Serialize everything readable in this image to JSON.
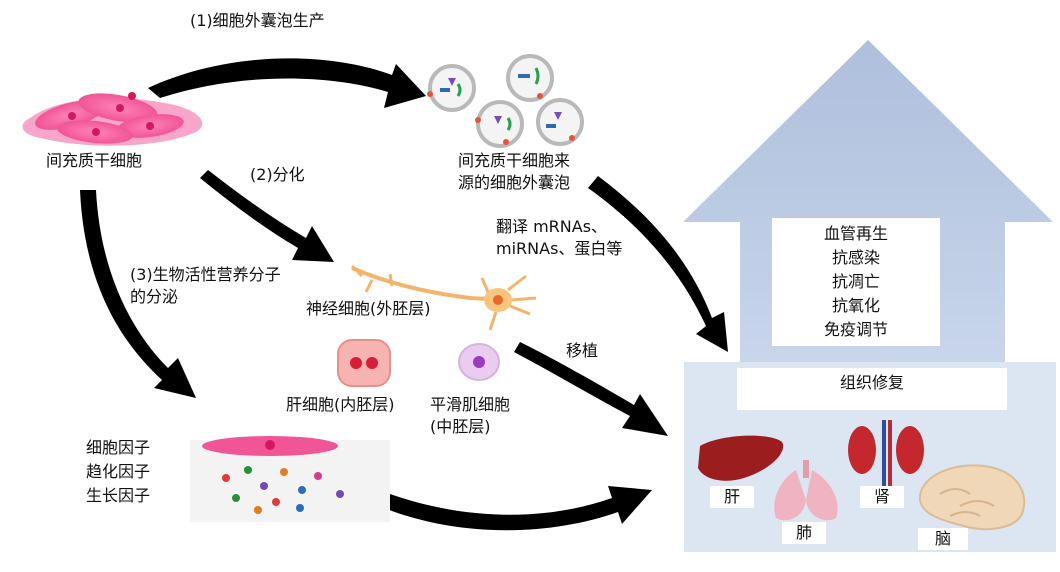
{
  "steps": {
    "step1": "(1)细胞外囊泡生产",
    "step2": "(2)分化",
    "step3_line1": "(3)生物活性营养分子",
    "step3_line2": "的分泌"
  },
  "labels": {
    "msc": "间充质干细胞",
    "ev_line1": "间充质干细胞来",
    "ev_line2": "源的细胞外囊泡",
    "translate_line1": "翻译 mRNAs、",
    "translate_line2": "miRNAs、蛋白等",
    "neuron": "神经细胞(外胚层)",
    "hepatocyte": "肝细胞(内胚层)",
    "smooth_line1": "平滑肌细胞",
    "smooth_line2": "(中胚层)",
    "transplant": "移植"
  },
  "factors": [
    "细胞因子",
    "趋化因子",
    "生长因子"
  ],
  "effects": [
    "血管再生",
    "抗感染",
    "抗凋亡",
    "抗氧化",
    "免疫调节"
  ],
  "repair": "组织修复",
  "organs": {
    "liver": "肝",
    "lung": "肺",
    "kidney": "肾",
    "brain": "脑"
  },
  "colors": {
    "arrow_blue": "#b7c7e1",
    "panel_blue": "#dbe6f3",
    "msc_pink": "#f2579a",
    "neuron_orange": "#f3b46b",
    "liver_red": "#9c1d1e",
    "lung_pink": "#efb3c1",
    "brain_beige": "#efd7b8"
  }
}
